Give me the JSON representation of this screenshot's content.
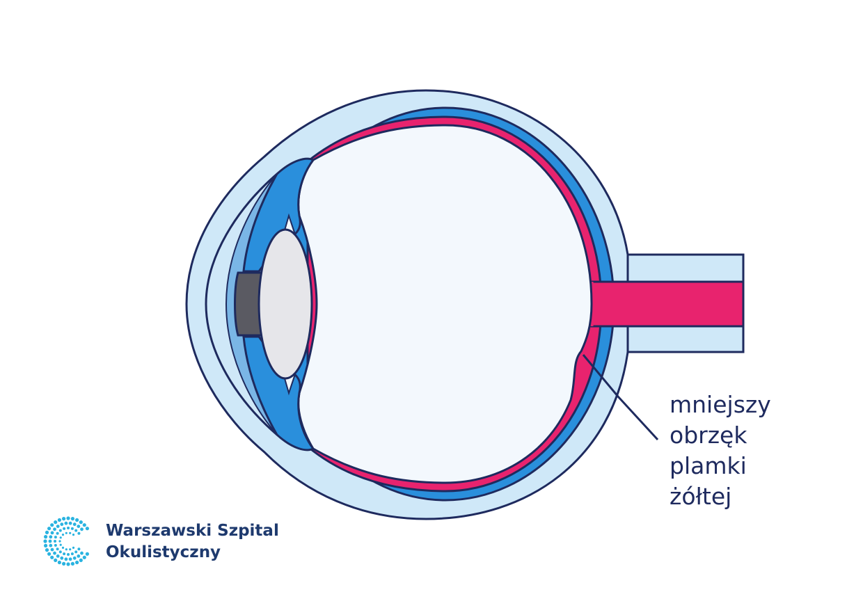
{
  "annotation": {
    "lines": [
      "mniejszy",
      "obrzęk",
      "plamki",
      "żółtej"
    ]
  },
  "logo": {
    "line1": "Warszawski Szpital",
    "line2": "Okulistyczny"
  },
  "colors": {
    "outline": "#1e2a5e",
    "sclera": "#cfe8f8",
    "choroid": "#2a8fdc",
    "retina": "#e8236e",
    "vitreous": "#f3f8fd",
    "lens": "#e6e6ea",
    "pupil": "#5a5a62",
    "cornea_chamber": "#7ab6e6",
    "logo_dots": "#2ab3e0"
  }
}
